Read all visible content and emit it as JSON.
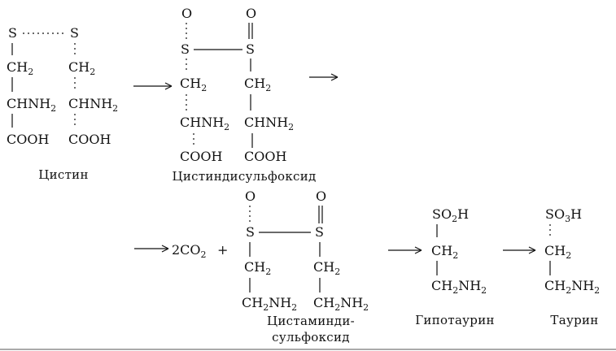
{
  "molecules": {
    "cystine": {
      "left": {
        "S": "S",
        "CH": "CH",
        "CH_sub": "2",
        "CHN": "CHNH",
        "CHN_sub": "2",
        "COOH": "COOH"
      },
      "right": {
        "S": "S",
        "CH": "CH",
        "CH_sub": "2",
        "CHN": "CHNH",
        "CHN_sub": "2",
        "COOH": "COOH"
      },
      "name": "Цистин"
    },
    "cystine_disulfoxide": {
      "O_left": "O",
      "O_right": "O",
      "S_left": "S",
      "S_right": "S",
      "left": {
        "CH": "CH",
        "CH_sub": "2",
        "CHN": "CHNH",
        "CHN_sub": "2",
        "COOH": "COOH"
      },
      "right": {
        "CH": "CH",
        "CH_sub": "2",
        "CHN": "CHNH",
        "CHN_sub": "2",
        "COOH": "COOH"
      },
      "name": "Цистиндисульфоксид"
    },
    "co2": {
      "coef": "2CO",
      "sub": "2",
      "plus": "+"
    },
    "cystamine_disulfoxide": {
      "O_left": "O",
      "O_right": "O",
      "S_left": "S",
      "S_right": "S",
      "left": {
        "CH": "CH",
        "CH_sub": "2",
        "CHN": "CH",
        "CHN_sub1": "2",
        "NH": "NH",
        "NH_sub": "2"
      },
      "right": {
        "CH": "CH",
        "CH_sub": "2",
        "CHN": "CH",
        "CHN_sub1": "2",
        "NH": "NH",
        "NH_sub": "2"
      },
      "name_line1": "Цистаминди-",
      "name_line2": "сульфоксид"
    },
    "hypotaurine": {
      "top": "SO",
      "top_sub": "2",
      "top_end": "H",
      "CH": "CH",
      "CH_sub": "2",
      "bottom": "CH",
      "bottom_sub1": "2",
      "bottom_NH": "NH",
      "bottom_sub2": "2",
      "name": "Гипотаурин"
    },
    "taurine": {
      "top": "SO",
      "top_sub": "3",
      "top_end": "H",
      "CH": "CH",
      "CH_sub": "2",
      "bottom": "CH",
      "bottom_sub1": "2",
      "bottom_NH": "NH",
      "bottom_sub2": "2",
      "name": "Таурин"
    }
  },
  "arrows": [
    "arrow-1",
    "arrow-2",
    "arrow-3",
    "arrow-4",
    "arrow-5"
  ]
}
